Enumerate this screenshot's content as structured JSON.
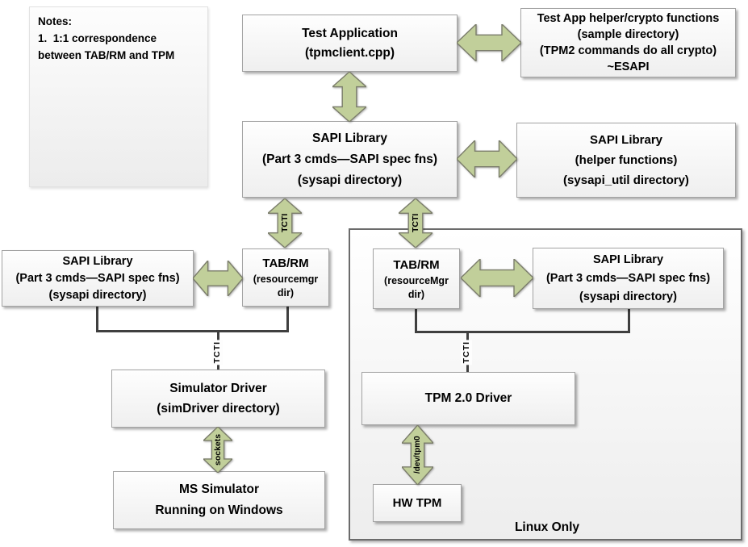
{
  "notes": {
    "heading": "Notes:",
    "body_lines": [
      "1.  1:1 correspondence",
      "between TAB/RM and TPM"
    ]
  },
  "boxes": {
    "test_app": {
      "lines": [
        "Test Application",
        "(tpmclient.cpp)"
      ]
    },
    "test_app_helper": {
      "lines": [
        "Test App helper/crypto functions",
        "(sample directory)",
        "(TPM2 commands do all crypto)",
        "~ESAPI"
      ]
    },
    "sapi_main": {
      "lines": [
        "SAPI Library",
        "(Part 3 cmds—SAPI spec fns)",
        "(sysapi directory)"
      ]
    },
    "sapi_helper": {
      "lines": [
        "SAPI Library",
        "(helper functions)",
        "(sysapi_util directory)"
      ]
    },
    "sapi_left": {
      "lines": [
        "SAPI Library",
        "(Part 3 cmds—SAPI spec fns)",
        "(sysapi directory)"
      ]
    },
    "tabrm_left": {
      "lines": [
        "TAB/RM",
        "(resourcemgr",
        "dir)"
      ]
    },
    "tabrm_right": {
      "lines": [
        "TAB/RM",
        "(resourceMgr",
        "dir)"
      ]
    },
    "sapi_right": {
      "lines": [
        "SAPI Library",
        "(Part 3 cmds—SAPI spec fns)",
        "(sysapi directory)"
      ]
    },
    "simulator_driver": {
      "lines": [
        "Simulator Driver",
        "(simDriver directory)"
      ]
    },
    "ms_simulator": {
      "lines": [
        "MS Simulator",
        "Running on Windows"
      ]
    },
    "tpm_driver": {
      "lines": [
        "TPM 2.0 Driver"
      ]
    },
    "hw_tpm": {
      "lines": [
        "HW TPM"
      ]
    }
  },
  "connector_labels": {
    "tcti_arrow_left": "TCTI",
    "tcti_arrow_right": "TCTI",
    "tcti_line_left": "TCTI",
    "tcti_line_right": "TCTI",
    "sockets": "sockets",
    "dev_tpm0": "/dev/tpm0"
  },
  "container": {
    "linux_label": "Linux Only"
  },
  "colors": {
    "arrow_fill": "#c1cf9a",
    "arrow_border": "#7b7d6b",
    "box_border": "#a3a3a3",
    "line": "#3f3f3f"
  }
}
